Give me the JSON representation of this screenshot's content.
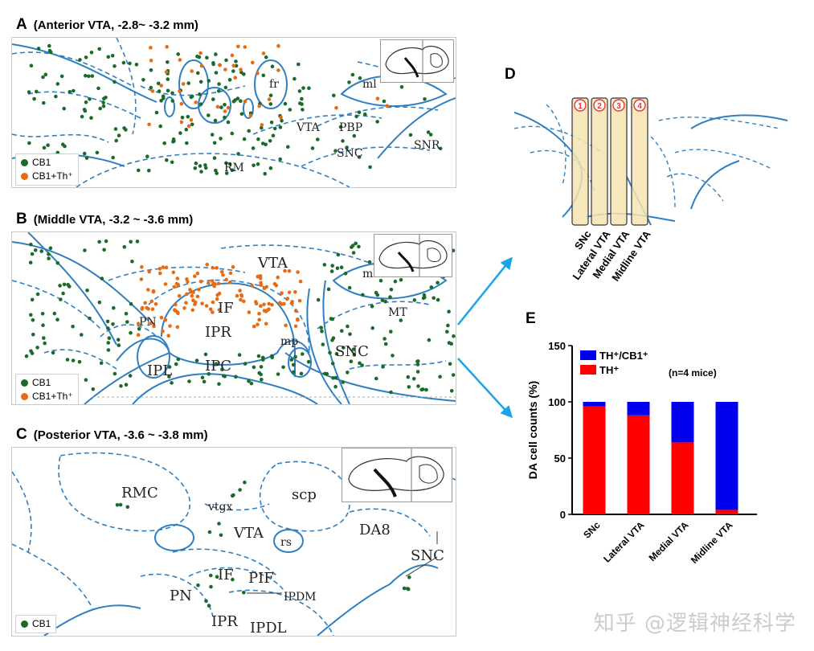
{
  "panels": {
    "A": {
      "letter": "A",
      "title": "(Anterior VTA, -2.8~ -3.2 mm)",
      "legend": [
        "CB1",
        "CB1+Th⁺"
      ],
      "regions": [
        "ml",
        "fr",
        "VTA",
        "PBP",
        "SNC",
        "SNR",
        "RM"
      ]
    },
    "B": {
      "letter": "B",
      "title": "(Middle VTA, -3.2 ~ -3.6 mm)",
      "legend": [
        "CB1",
        "CB1+Th⁺"
      ],
      "regions": [
        "VTA",
        "ml",
        "MT",
        "PN",
        "IF",
        "IPR",
        "mp",
        "SNC",
        "IPL",
        "IPC"
      ]
    },
    "C": {
      "letter": "C",
      "title": "(Posterior VTA, -3.6 ~ -3.8 mm)",
      "legend": [
        "CB1"
      ],
      "regions": [
        "RMC",
        "vtgx",
        "scp",
        "VTA",
        "rs",
        "DA8",
        "SNC",
        "IF",
        "PIF",
        "IPDM",
        "PN",
        "IPR",
        "IPDL"
      ]
    },
    "D": {
      "letter": "D",
      "columns": [
        "1",
        "2",
        "3",
        "4"
      ],
      "labels": [
        "SNc",
        "Lateral VTA",
        "Medial VTA",
        "Midline VTA"
      ]
    },
    "E": {
      "letter": "E"
    }
  },
  "colors": {
    "cb1": "#1a6b2a",
    "cb1th": "#e86a12",
    "atlas_line": "#2f7fc1",
    "th_red": "#ff0000",
    "cb1_blue": "#0000ee",
    "arrow": "#1aa3e6",
    "column_fill": "#f6e3b0"
  },
  "chart_data": {
    "type": "bar",
    "stacked": true,
    "categories": [
      "SNc",
      "Lateral VTA",
      "Medial VTA",
      "Midline VTA"
    ],
    "series": [
      {
        "name": "TH⁺",
        "values": [
          96,
          88,
          64,
          4
        ],
        "color": "#ff0000"
      },
      {
        "name": "TH⁺/CB1⁺",
        "values": [
          4,
          12,
          36,
          96
        ],
        "color": "#0000ee"
      }
    ],
    "ylabel": "DA cell counts (%)",
    "yticks": [
      "0",
      "50",
      "100",
      "150"
    ],
    "ylim": [
      0,
      150
    ],
    "annotation": "(n=4 mice)",
    "legend_position": "top-left",
    "legend": [
      "TH⁺/CB1⁺",
      "TH⁺"
    ]
  },
  "watermark": "知乎 @逻辑神经科学"
}
